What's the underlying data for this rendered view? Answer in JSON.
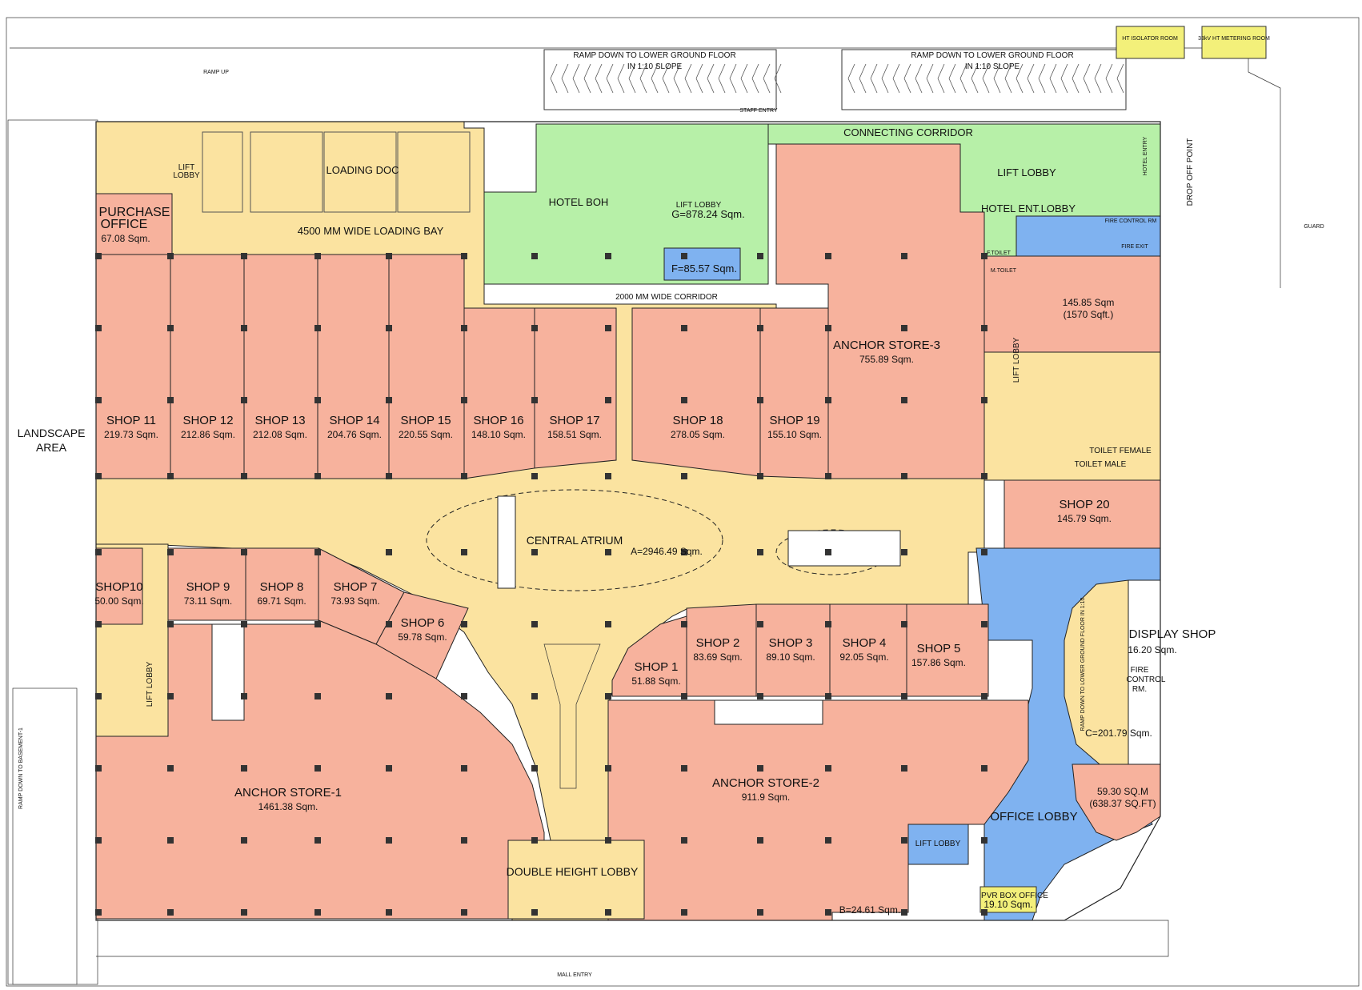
{
  "colors": {
    "shop": "#f7b29d",
    "common": "#fbe3a0",
    "hotel": "#b7f0a8",
    "office": "#7fb2f0",
    "yellow_box": "#f3f07a"
  },
  "labels": {
    "ramp_left": "RAMP DOWN TO LOWER GROUND FLOOR",
    "ramp_left_slope": "IN 1:10 SLOPE",
    "ramp_right": "RAMP DOWN TO LOWER GROUND FLOOR",
    "ramp_right_slope": "IN 1:10 SLOPE",
    "ramp_up": "RAMP UP",
    "staff_entry": "STAFF ENTRY",
    "connecting_corridor": "CONNECTING CORRIDOR",
    "loading_doc": "LOADING DOC",
    "loading_bay": "4500 MM WIDE LOADING BAY",
    "corridor_2000": "2000 MM WIDE CORRIDOR",
    "hotel_boh": "HOTEL BOH",
    "lift_lobby_hotel_boh": "LIFT LOBBY",
    "area_g": "G=878.24 Sqm.",
    "area_f": "F=85.57 Sqm.",
    "lift_lobby_hotel": "LIFT LOBBY",
    "hotel_ent_lobby": "HOTEL ENT.LOBBY",
    "hotel_entry": "HOTEL ENTRY",
    "drop_off_point": "DROP OFF POINT",
    "guard": "GUARD",
    "fire_exit": "FIRE EXIT",
    "fire_control_rm_top": "FIRE CONTROL RM",
    "f_toilet": "F.TOILET",
    "m_toilet": "M.TOILET",
    "landscape": "LANDSCAPE",
    "landscape_area": "AREA",
    "purchase_office": "PURCHASE",
    "purchase_office_2": "OFFICE",
    "purchase_area": "67.08 Sqm.",
    "lift_lobby_tl": "LIFT",
    "lift_lobby_tl_2": "LOBBY",
    "lift_lobby_left": "LIFT LOBBY",
    "lift_lobby_right": "LIFT LOBBY",
    "central_atrium": "CENTRAL ATRIUM",
    "atrium_area": "A=2946.49 Sqm.",
    "toilet_female": "TOILET FEMALE",
    "toilet_male": "TOILET MALE",
    "display_shop": "DISPLAY SHOP",
    "display_area": "16.20 Sqm.",
    "fire_control": "FIRE",
    "fire_control_2": "CONTROL",
    "fire_control_3": "RM.",
    "area_c": "C=201.79 Sqm.",
    "ramp_down_right": "RAMP DOWN TO LOWER GROUND FLOOR IN 1:10",
    "office_lobby": "OFFICE LOBBY",
    "lift_lobby_office": "LIFT LOBBY",
    "area_5930": "59.30 SQ.M",
    "area_5930_ft": "(638.37 SQ.FT)",
    "pvr_box_office": "PVR BOX OFFICE",
    "pvr_area": "19.10 Sqm.",
    "area_b": "B=24.61 Sqm.",
    "double_height_lobby": "DOUBLE HEIGHT LOBBY",
    "mall_entry": "MALL ENTRY",
    "ramp_basement": "RAMP DOWN TO BASEMENT-1",
    "area_14585": "145.85 Sqm",
    "area_14585_ft": "(1570 Sqft.)",
    "ht_room": "HT ISOLATOR ROOM",
    "metering_room": "33kV HT METERING ROOM"
  },
  "shops": [
    {
      "name": "SHOP 11",
      "area": "219.73 Sqm."
    },
    {
      "name": "SHOP 12",
      "area": "212.86 Sqm."
    },
    {
      "name": "SHOP 13",
      "area": "212.08 Sqm."
    },
    {
      "name": "SHOP 14",
      "area": "204.76 Sqm."
    },
    {
      "name": "SHOP 15",
      "area": "220.55 Sqm."
    },
    {
      "name": "SHOP 16",
      "area": "148.10 Sqm."
    },
    {
      "name": "SHOP 17",
      "area": "158.51 Sqm."
    },
    {
      "name": "SHOP 18",
      "area": "278.05 Sqm."
    },
    {
      "name": "SHOP 19",
      "area": "155.10 Sqm."
    },
    {
      "name": "ANCHOR STORE-3",
      "area": "755.89 Sqm."
    },
    {
      "name": "SHOP 20",
      "area": "145.79 Sqm."
    },
    {
      "name": "SHOP10",
      "area": "50.00 Sqm."
    },
    {
      "name": "SHOP 9",
      "area": "73.11 Sqm."
    },
    {
      "name": "SHOP 8",
      "area": "69.71 Sqm."
    },
    {
      "name": "SHOP 7",
      "area": "73.93 Sqm."
    },
    {
      "name": "SHOP 6",
      "area": "59.78 Sqm."
    },
    {
      "name": "SHOP 1",
      "area": "51.88 Sqm."
    },
    {
      "name": "SHOP 2",
      "area": "83.69 Sqm."
    },
    {
      "name": "SHOP 3",
      "area": "89.10 Sqm."
    },
    {
      "name": "SHOP 4",
      "area": "92.05 Sqm."
    },
    {
      "name": "SHOP 5",
      "area": "157.86 Sqm."
    },
    {
      "name": "ANCHOR STORE-1",
      "area": "1461.38 Sqm."
    },
    {
      "name": "ANCHOR STORE-2",
      "area": "911.9 Sqm."
    }
  ]
}
